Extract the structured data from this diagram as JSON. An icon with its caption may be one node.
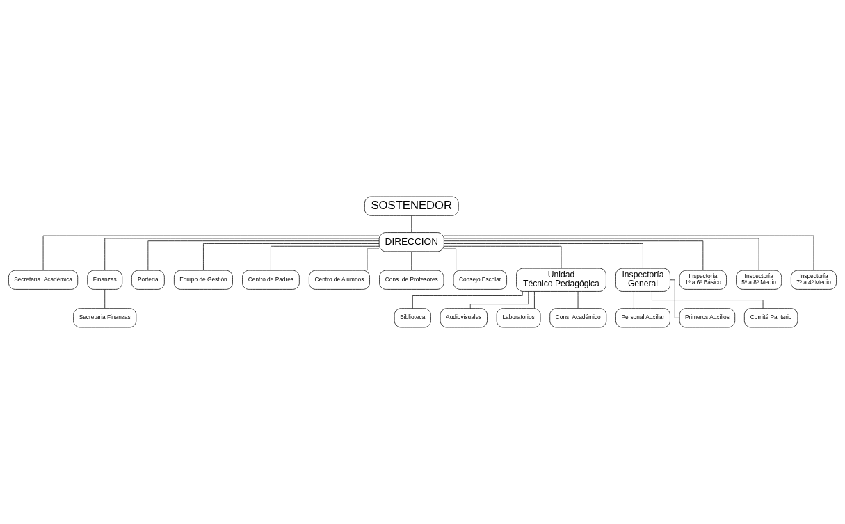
{
  "diagram": {
    "nodes": [
      {
        "text": [
          "SOSTENEDOR"
        ]
      },
      {
        "text": [
          "DIRECCION"
        ]
      },
      {
        "text": [
          "Secretaria  Académica"
        ]
      },
      {
        "text": [
          "Finanzas"
        ]
      },
      {
        "text": [
          "Portería"
        ]
      },
      {
        "text": [
          "Secretaria Finanzas"
        ]
      },
      {
        "text": [
          "Equipo de Gestión"
        ]
      },
      {
        "text": [
          "Centro de Padres"
        ]
      },
      {
        "text": [
          "Centro de Alumnos"
        ]
      },
      {
        "text": [
          "Cons. de Profesores"
        ]
      },
      {
        "text": [
          "Consejo Escolar"
        ]
      },
      {
        "text": [
          "Unidad Técnico Pedagógica"
        ]
      },
      {
        "text": [
          "Inspectoría General"
        ]
      },
      {
        "text": [
          "Biblioteca"
        ]
      },
      {
        "text": [
          "Audiovisuales"
        ]
      },
      {
        "text": [
          "Laboratorios"
        ]
      },
      {
        "text": [
          "Cons. Académico"
        ]
      },
      {
        "text": [
          "Personal Auxiliar"
        ]
      },
      {
        "text": [
          "Primeros Auxilios"
        ]
      },
      {
        "text": [
          "Comité Paritario"
        ]
      },
      {
        "text": [
          "Inspectoría 1º a 6º Básico"
        ]
      },
      {
        "text": [
          "Inspectoría 5º a 8º Medio"
        ]
      },
      {
        "text": [
          "Inspectoría 7º a 4º Medio"
        ]
      }
    ],
    "edges": [
      {
        "from": 0,
        "to": 1,
        "arrow": "none"
      },
      {
        "from": 1,
        "to": 2,
        "arrow": "none"
      },
      {
        "from": 1,
        "to": 3,
        "arrow": "none"
      },
      {
        "from": 1,
        "to": 4,
        "arrow": "none"
      },
      {
        "from": 3,
        "to": 5,
        "arrow": "none"
      },
      {
        "from": 1,
        "to": 6,
        "arrow": "none"
      },
      {
        "from": 1,
        "to": 7,
        "arrow": "none"
      },
      {
        "from": 1,
        "to": 8,
        "arrow": "none"
      },
      {
        "from": 1,
        "to": 9,
        "arrow": "none"
      },
      {
        "from": 1,
        "to": 10,
        "arrow": "none"
      },
      {
        "from": 1,
        "to": 11,
        "arrow": "none"
      },
      {
        "from": 1,
        "to": 12,
        "arrow": "none"
      },
      {
        "from": 11,
        "to": 13,
        "arrow": "none"
      },
      {
        "from": 11,
        "to": 14,
        "arrow": "none"
      },
      {
        "from": 11,
        "to": 15,
        "arrow": "none"
      },
      {
        "from": 11,
        "to": 16,
        "arrow": "none"
      },
      {
        "from": 12,
        "to": 17,
        "arrow": "none"
      },
      {
        "from": 12,
        "to": 18,
        "arrow": "none"
      },
      {
        "from": 12,
        "to": 19,
        "arrow": "none"
      },
      {
        "from": 1,
        "to": 20,
        "arrow": "none"
      },
      {
        "from": 1,
        "to": 21,
        "arrow": "none"
      },
      {
        "from": 1,
        "to": 22,
        "arrow": "none"
      }
    ]
  }
}
